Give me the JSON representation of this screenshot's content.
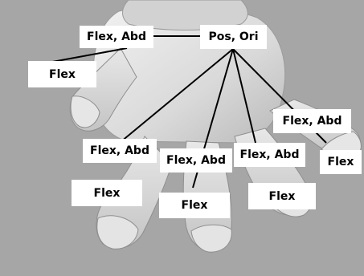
{
  "diagram": {
    "background_color": "#a6a6a6",
    "hand_color": "#dcdcdc",
    "line_color": "#000000",
    "labels": {
      "wrist": "Pos, Ori",
      "thumb_base": "Flex, Abd",
      "thumb_tip": "Flex",
      "index_base": "Flex, Abd",
      "index_tip": "Flex",
      "middle_base": "Flex, Abd",
      "middle_tip": "Flex",
      "ring_base": "Flex, Abd",
      "ring_tip": "Flex",
      "pinky_base": "Flex, Abd",
      "pinky_tip": "Flex"
    }
  }
}
